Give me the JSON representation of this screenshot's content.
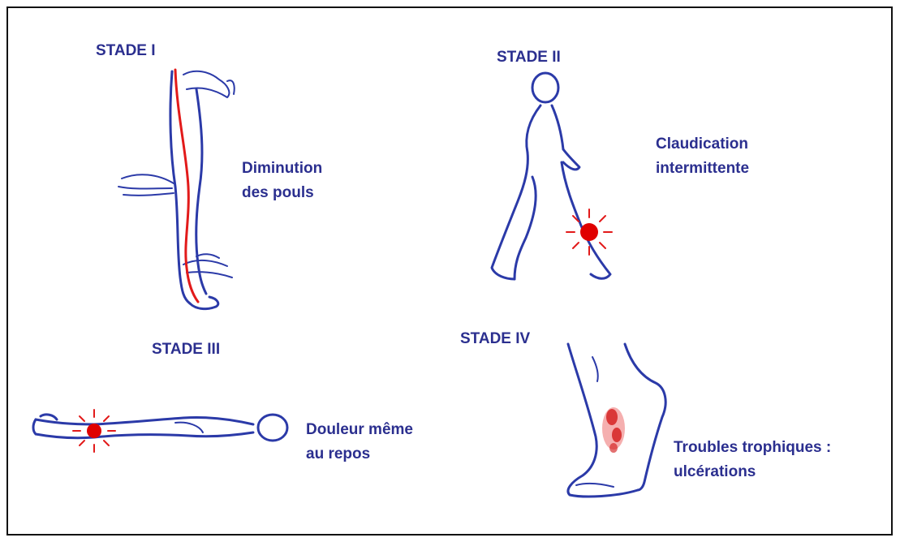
{
  "stages": [
    {
      "title": "STADE I",
      "description": [
        "Diminution",
        "des pouls"
      ]
    },
    {
      "title": "STADE II",
      "description": [
        "Claudication",
        "intermittente"
      ]
    },
    {
      "title": "STADE III",
      "description": [
        "Douleur même",
        "au repos"
      ]
    },
    {
      "title": "STADE IV",
      "description": [
        "Troubles trophiques :",
        "ulcérations"
      ]
    }
  ],
  "colors": {
    "ink": "#2b3aa8",
    "text": "#2b2f8f",
    "pain": "#e00000",
    "artery": "#e21a1a"
  },
  "icons": [
    "leg-pulse-check-illustration",
    "walking-person-illustration",
    "lying-person-illustration",
    "ulcerated-foot-illustration"
  ]
}
